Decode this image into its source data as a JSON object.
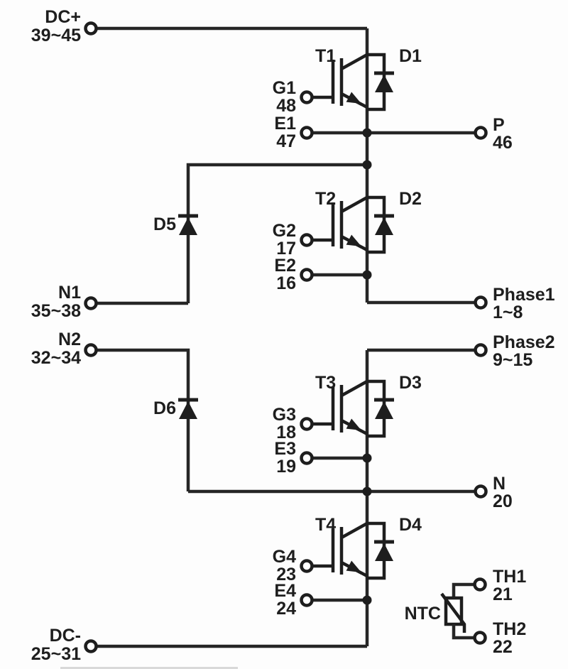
{
  "diagram": {
    "title": "igbt-six-pack-module-schematic",
    "background_color": "#fdfdfd",
    "ink_color": "#1e1e1e",
    "terminals": {
      "dc_plus": {
        "label": "DC+",
        "pins": "39~45"
      },
      "g1": {
        "label": "G1",
        "pins": "48"
      },
      "e1": {
        "label": "E1",
        "pins": "47"
      },
      "p": {
        "label": "P",
        "pins": "46"
      },
      "g2": {
        "label": "G2",
        "pins": "17"
      },
      "e2": {
        "label": "E2",
        "pins": "16"
      },
      "n1": {
        "label": "N1",
        "pins": "35~38"
      },
      "phase1": {
        "label": "Phase1",
        "pins": "1~8"
      },
      "n2": {
        "label": "N2",
        "pins": "32~34"
      },
      "phase2": {
        "label": "Phase2",
        "pins": "9~15"
      },
      "g3": {
        "label": "G3",
        "pins": "18"
      },
      "e3": {
        "label": "E3",
        "pins": "19"
      },
      "n": {
        "label": "N",
        "pins": "20"
      },
      "g4": {
        "label": "G4",
        "pins": "23"
      },
      "e4": {
        "label": "E4",
        "pins": "24"
      },
      "th1": {
        "label": "TH1",
        "pins": "21"
      },
      "th2": {
        "label": "TH2",
        "pins": "22"
      },
      "dc_minus": {
        "label": "DC-",
        "pins": "25~31"
      }
    },
    "components": {
      "t1": "T1",
      "d1": "D1",
      "t2": "T2",
      "d2": "D2",
      "t3": "T3",
      "d3": "D3",
      "t4": "T4",
      "d4": "D4",
      "d5": "D5",
      "d6": "D6",
      "ntc": "NTC"
    }
  }
}
